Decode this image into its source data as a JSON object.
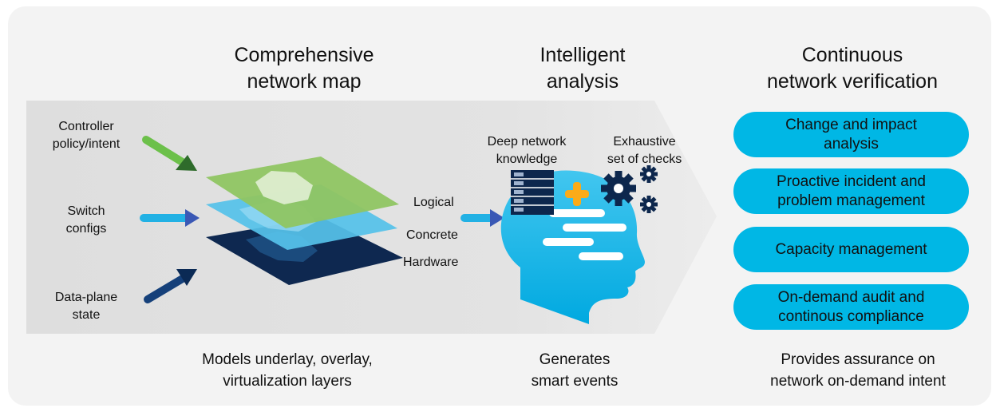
{
  "headers": {
    "map": "Comprehensive\nnetwork map",
    "analysis": "Intelligent\nanalysis",
    "verification": "Continuous\nnetwork verification"
  },
  "inputs": {
    "controller": "Controller\npolicy/intent",
    "switch": "Switch\nconfigs",
    "dataplane": "Data-plane\nstate"
  },
  "layers": {
    "logical": "Logical",
    "concrete": "Concrete",
    "hardware": "Hardware"
  },
  "analysis_labels": {
    "knowledge": "Deep network\nknowledge",
    "checks": "Exhaustive\nset of checks"
  },
  "outcomes": [
    "Change and impact\nanalysis",
    "Proactive incident and\nproblem management",
    "Capacity management",
    "On-demand audit and\ncontinous compliance"
  ],
  "footers": {
    "map": "Models underlay, overlay,\nvirtualization layers",
    "analysis": "Generates\nsmart events",
    "verification": "Provides assurance on\nnetwork on-demand intent"
  },
  "colors": {
    "accent": "#00b7e5",
    "dark_navy": "#0d274d",
    "green": "#6cc04a",
    "orange": "#fbab18"
  }
}
